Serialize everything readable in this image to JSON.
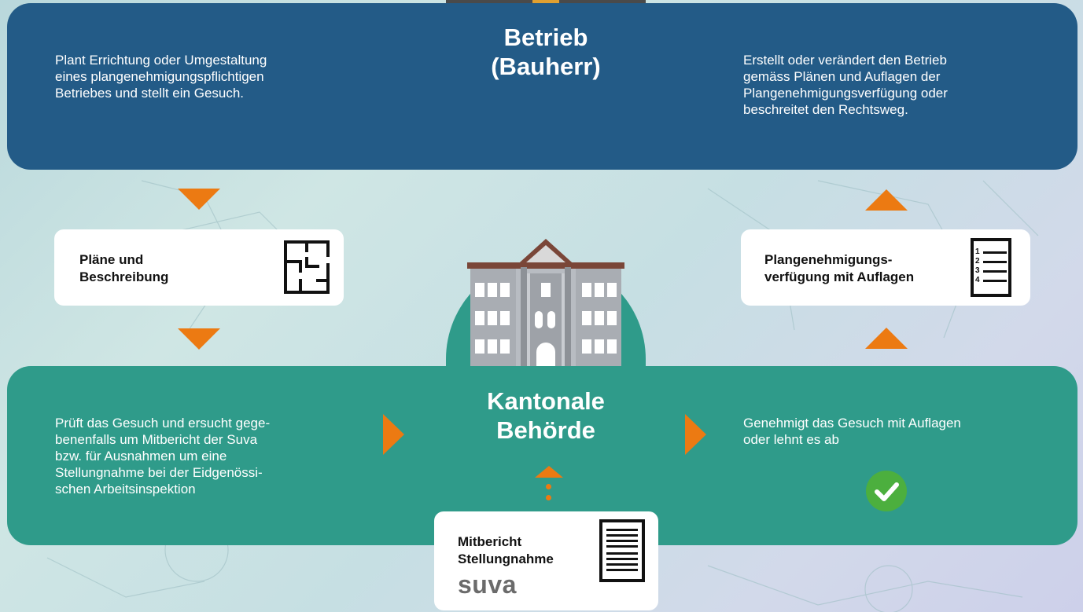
{
  "top_panel": {
    "title_line1": "Betrieb",
    "title_line2": "(Bauherr)",
    "left_text": [
      "Plant Errichtung oder Umgestaltung",
      "eines plangenehmigungspflichtigen",
      "Betriebes und stellt ein Gesuch."
    ],
    "right_text": [
      "Erstellt oder verändert den Betrieb",
      "gemäss Plänen und Auflagen der",
      "Plangenehmigungsverfügung oder",
      "beschreitet den Rechtsweg."
    ]
  },
  "bottom_panel": {
    "title_line1": "Kantonale",
    "title_line2": "Behörde",
    "left_text": [
      "Prüft das Gesuch und ersucht gege-",
      "benenfalls um Mitbericht der Suva",
      "bzw. für Ausnahmen um eine",
      "Stellungnahme bei der Eidgenössi-",
      "schen Arbeitsinspektion"
    ],
    "right_text": [
      "Genehmigt das Gesuch mit Auflagen",
      "oder lehnt es ab"
    ]
  },
  "cards": {
    "plans": {
      "line1": "Pläne und",
      "line2": "Beschreibung",
      "icon": "floorplan-icon"
    },
    "decision": {
      "line1": "Plangenehmigungs-",
      "line2": "verfügung mit Auflagen",
      "icon": "numbered-list-icon",
      "list_numbers": [
        "1",
        "2",
        "3",
        "4"
      ]
    },
    "report": {
      "line1": "Mitbericht",
      "line2": "Stellungnahme",
      "logo": "suva",
      "icon": "document-icon"
    }
  },
  "colors": {
    "top_panel": "#235b87",
    "bottom_panel": "#2f9b8a",
    "arrow": "#ec7a12",
    "check": "#4caf3e"
  }
}
